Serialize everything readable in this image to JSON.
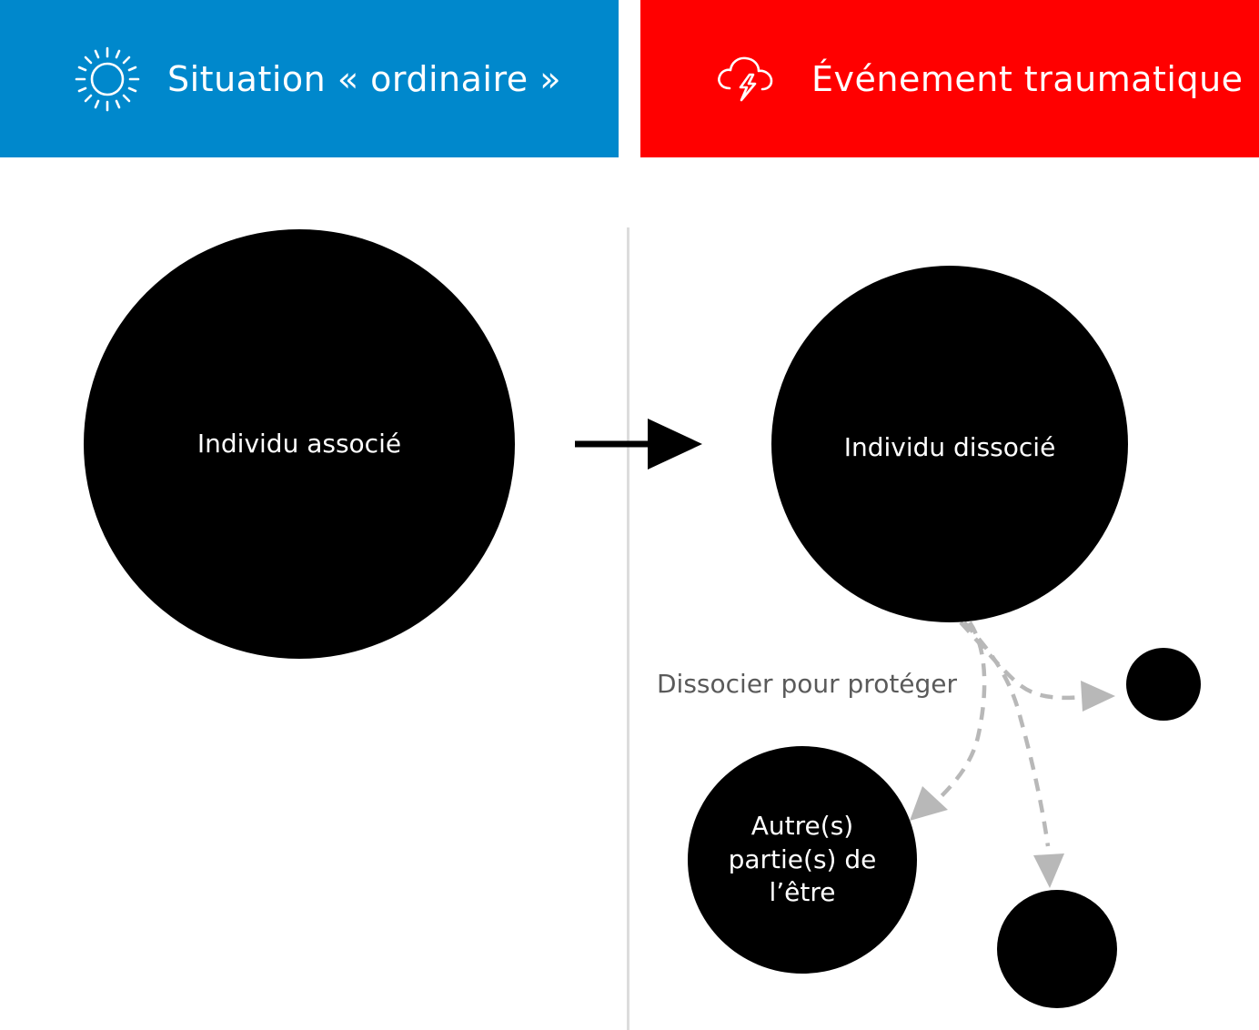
{
  "header": {
    "left": {
      "label": "Situation « ordinaire »",
      "icon": "sun-icon",
      "color": "#0088cc"
    },
    "right": {
      "label": "Événement traumatique",
      "icon": "storm-cloud-icon",
      "color": "#ff0000"
    }
  },
  "nodes": {
    "associated": {
      "label": "Individu associé"
    },
    "dissociated": {
      "label": "Individu dissocié"
    },
    "other_parts": {
      "label": "Autre(s) partie(s) de l’être"
    },
    "part_small_right": {
      "label": ""
    },
    "part_bottom": {
      "label": ""
    }
  },
  "edges": {
    "transition": {
      "style": "solid",
      "color": "#000000"
    },
    "dissociation": {
      "style": "dashed",
      "color": "#b8b8b8"
    }
  },
  "caption": "Dissocier pour protéger"
}
